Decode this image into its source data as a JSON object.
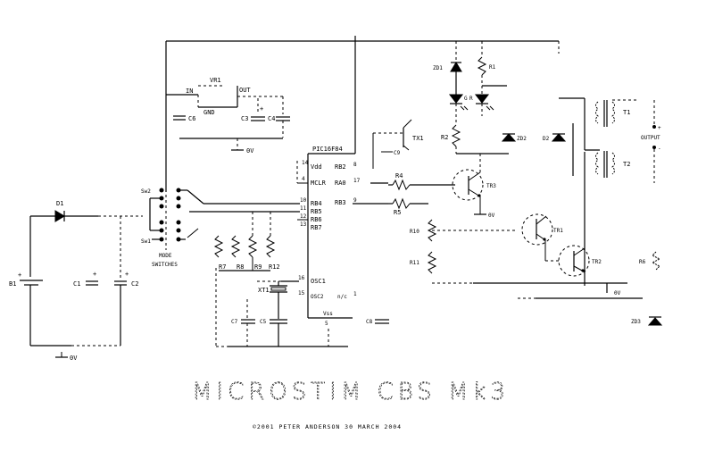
{
  "title": "MICROSTIM CBS Mk3",
  "credit": "©2001 PETER ANDERSON 30 MARCH 2004",
  "regulator": {
    "name": "VR1",
    "in": "IN",
    "out": "OUT",
    "gnd": "GND"
  },
  "capacitors": {
    "c6": "C6",
    "c3": "C3",
    "c4": "C4",
    "c1": "C1",
    "c2": "C2",
    "c7": "C7",
    "c5": "C5",
    "c8": "C8",
    "c9": "C9"
  },
  "ground_labels": {
    "g0": "0V",
    "g1": "0V",
    "g2": "0V",
    "g3": "0V"
  },
  "battery": {
    "name": "B1",
    "plus": "+"
  },
  "diode_d1": "D1",
  "mode_switch": {
    "sw1": "Sw1",
    "sw2": "Sw2",
    "label_line1": "MODE",
    "label_line2": "SWITCHES"
  },
  "mcu": {
    "name": "PIC16F84",
    "pins": [
      {
        "num": "14",
        "name": "Vdd"
      },
      {
        "num": "4",
        "name": "MCLR"
      },
      {
        "num": "10",
        "name": "RB4"
      },
      {
        "num": "11",
        "name": "RB5"
      },
      {
        "num": "12",
        "name": "RB6"
      },
      {
        "num": "13",
        "name": "RB7"
      },
      {
        "num": "16",
        "name": "OSC1"
      },
      {
        "num": "15",
        "name": "OSC2"
      }
    ],
    "right_pins": [
      {
        "num": "8",
        "name": "RB2"
      },
      {
        "num": "17",
        "name": "RA0"
      },
      {
        "num": "9",
        "name": "RB3"
      }
    ],
    "vss": "Vss",
    "vss_num": "5",
    "osc2_note": "n/c",
    "osc2_num": "1"
  },
  "resistors": {
    "r7": "R7",
    "r8": "R8",
    "r9": "R9",
    "r12": "R12",
    "r4": "R4",
    "r5": "R5",
    "r2": "R2",
    "r1": "R1",
    "r10": "R10",
    "r11": "R11",
    "r6": "R6"
  },
  "crystal": "XT1",
  "switch_tx1": "TX1",
  "leds": {
    "g": "G",
    "r": "R"
  },
  "zeners": {
    "zd1": "ZD1",
    "zd2": "ZD2",
    "zd3": "ZD3",
    "d2": "D2"
  },
  "transistors": {
    "tr1": "TR1",
    "tr2": "TR2",
    "tr3": "TR3"
  },
  "transformers": {
    "t1": "T1",
    "t2": "T2"
  },
  "output": {
    "label": "OUTPUT",
    "plus": "+",
    "minus": "-"
  }
}
